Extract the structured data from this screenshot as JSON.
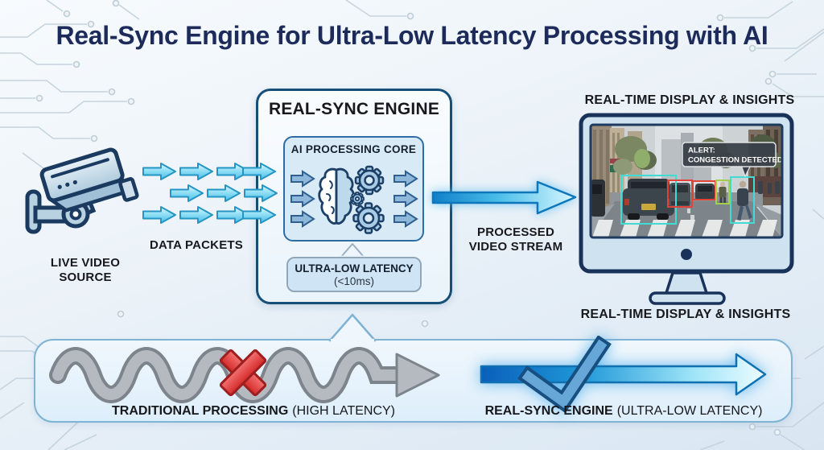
{
  "title": "Real-Sync Engine for Ultra-Low Latency Processing with AI",
  "source": {
    "label_line1": "LIVE VIDEO",
    "label_line2": "SOURCE"
  },
  "packets": {
    "label": "DATA PACKETS"
  },
  "engine": {
    "title": "REAL-SYNC ENGINE",
    "core_label": "AI PROCESSING CORE",
    "latency_badge": {
      "label": "ULTRA-LOW LATENCY",
      "value": "(<10ms)"
    }
  },
  "stream": {
    "label_line1": "PROCESSED",
    "label_line2": "VIDEO STREAM"
  },
  "display": {
    "label_top": "REAL-TIME DISPLAY & INSIGHTS",
    "label_bottom": "REAL-TIME DISPLAY & INSIGHTS",
    "alert_line1": "ALERT:",
    "alert_line2": "CONGESTION DETECTED"
  },
  "comparison": {
    "traditional": {
      "name": "TRADITIONAL PROCESSING",
      "qualifier": "(HIGH LATENCY)"
    },
    "realsync": {
      "name": "REAL-SYNC ENGINE",
      "qualifier": "(ULTRA-LOW LATENCY)"
    }
  },
  "colors": {
    "title_navy": "#1c2b5a",
    "packet_arrow": "#57c6ec",
    "engine_border": "#164e78",
    "stream_arrow": "#1287d0",
    "alert_bg": "#394048",
    "detect_cyan": "#40dcd4",
    "detect_red": "#e04338",
    "detect_green": "#a4cf4a",
    "fail_red": "#e23c3c",
    "wave_gray": "#b5bac1",
    "check_blue": "#66a7d8"
  },
  "icons": {
    "camera": "cctv-camera-icon",
    "brain": "ai-brain-icon",
    "gear": "gear-icon",
    "monitor": "monitor-icon",
    "cross": "error-x-icon",
    "check": "success-check-icon"
  }
}
